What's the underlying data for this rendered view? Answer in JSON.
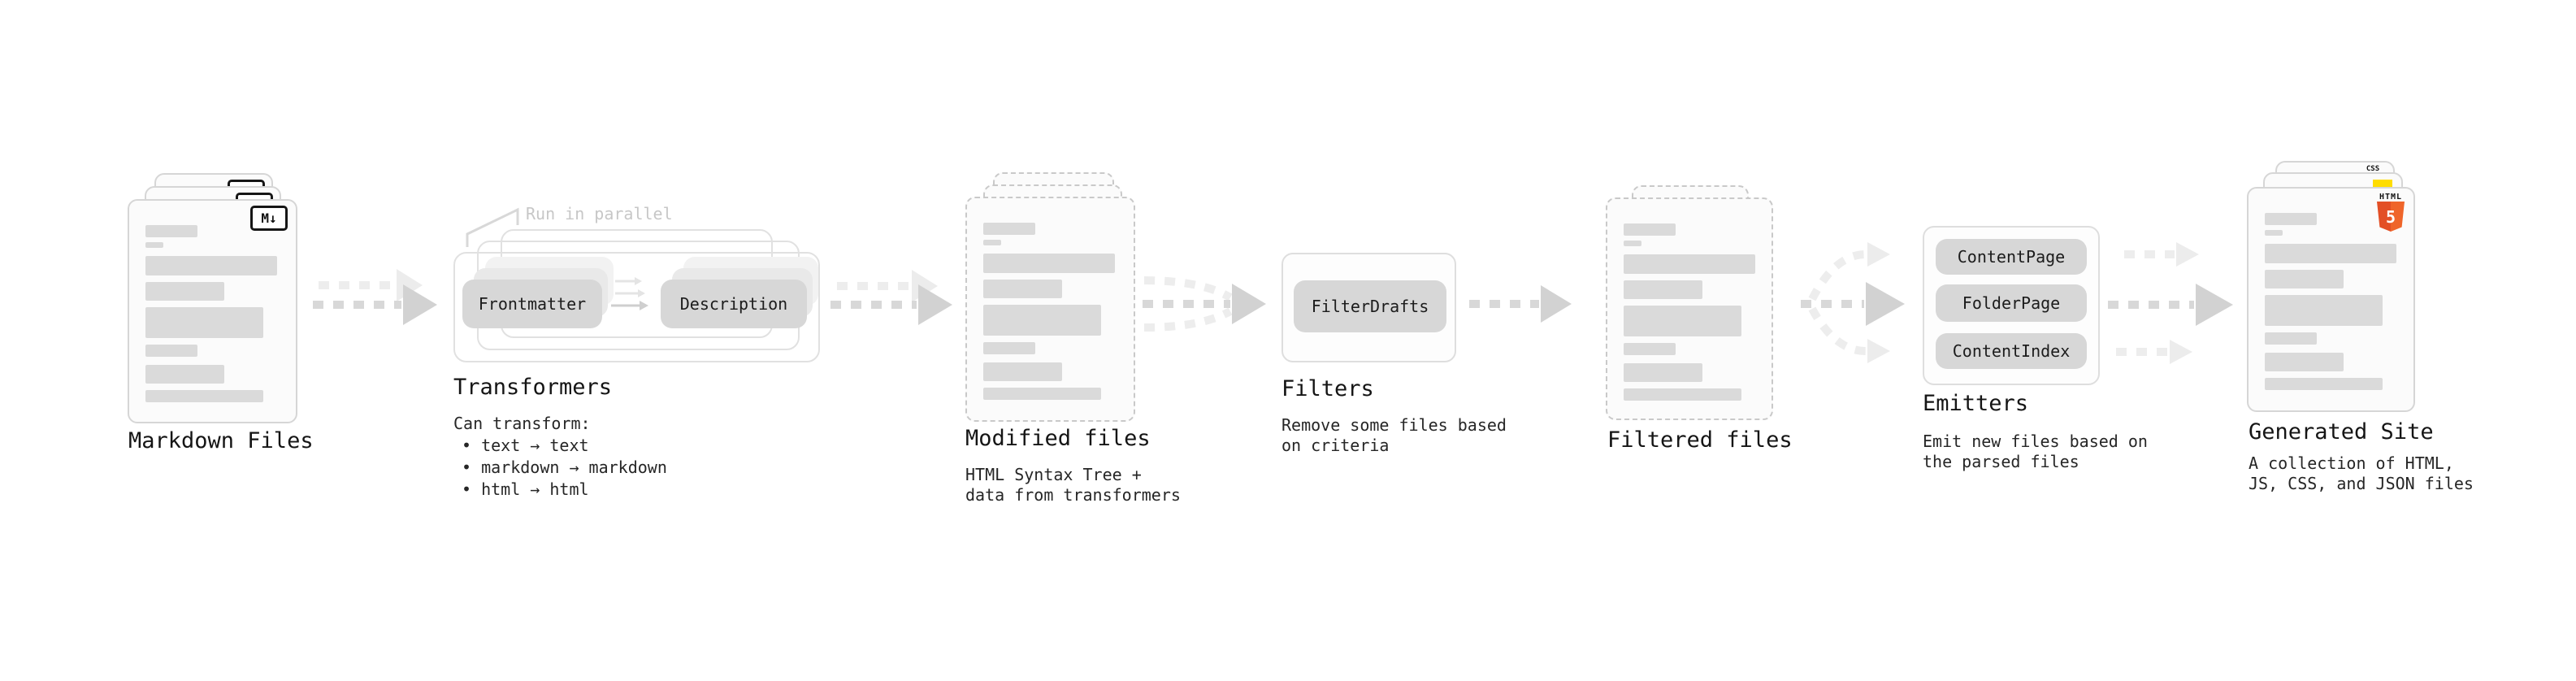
{
  "markdown_files": {
    "label": "Markdown Files",
    "badge": "M↓"
  },
  "transformers": {
    "note": "Run in parallel",
    "pill_left": "Frontmatter",
    "pill_right": "Description",
    "label": "Transformers",
    "desc_title": "Can transform:",
    "bullets": [
      "• text → text",
      "• markdown → markdown",
      "• html → html"
    ]
  },
  "modified_files": {
    "label": "Modified files",
    "desc_line1": "HTML Syntax Tree +",
    "desc_line2": "data from transformers"
  },
  "filters": {
    "label": "Filters",
    "pill": "FilterDrafts",
    "desc_line1": "Remove some files based",
    "desc_line2": "on criteria"
  },
  "filtered_files": {
    "label": "Filtered files"
  },
  "emitters": {
    "label": "Emitters",
    "pills": [
      "ContentPage",
      "FolderPage",
      "ContentIndex"
    ],
    "desc_line1": "Emit new files based on",
    "desc_line2": "the parsed files"
  },
  "generated_site": {
    "label": "Generated Site",
    "desc_line1": "A collection of HTML,",
    "desc_line2": "JS, CSS, and JSON files",
    "badges": {
      "html_label": "HTML",
      "html_number": "5",
      "css": "CSS"
    }
  },
  "colors": {
    "html5_orange": "#e34f26",
    "js_yellow": "#ffdd00",
    "css_blue": "#2563eb",
    "arrow_gray": "#d8d8d8",
    "ghost_gray": "#ededed",
    "skeleton_gray": "#dadada"
  }
}
